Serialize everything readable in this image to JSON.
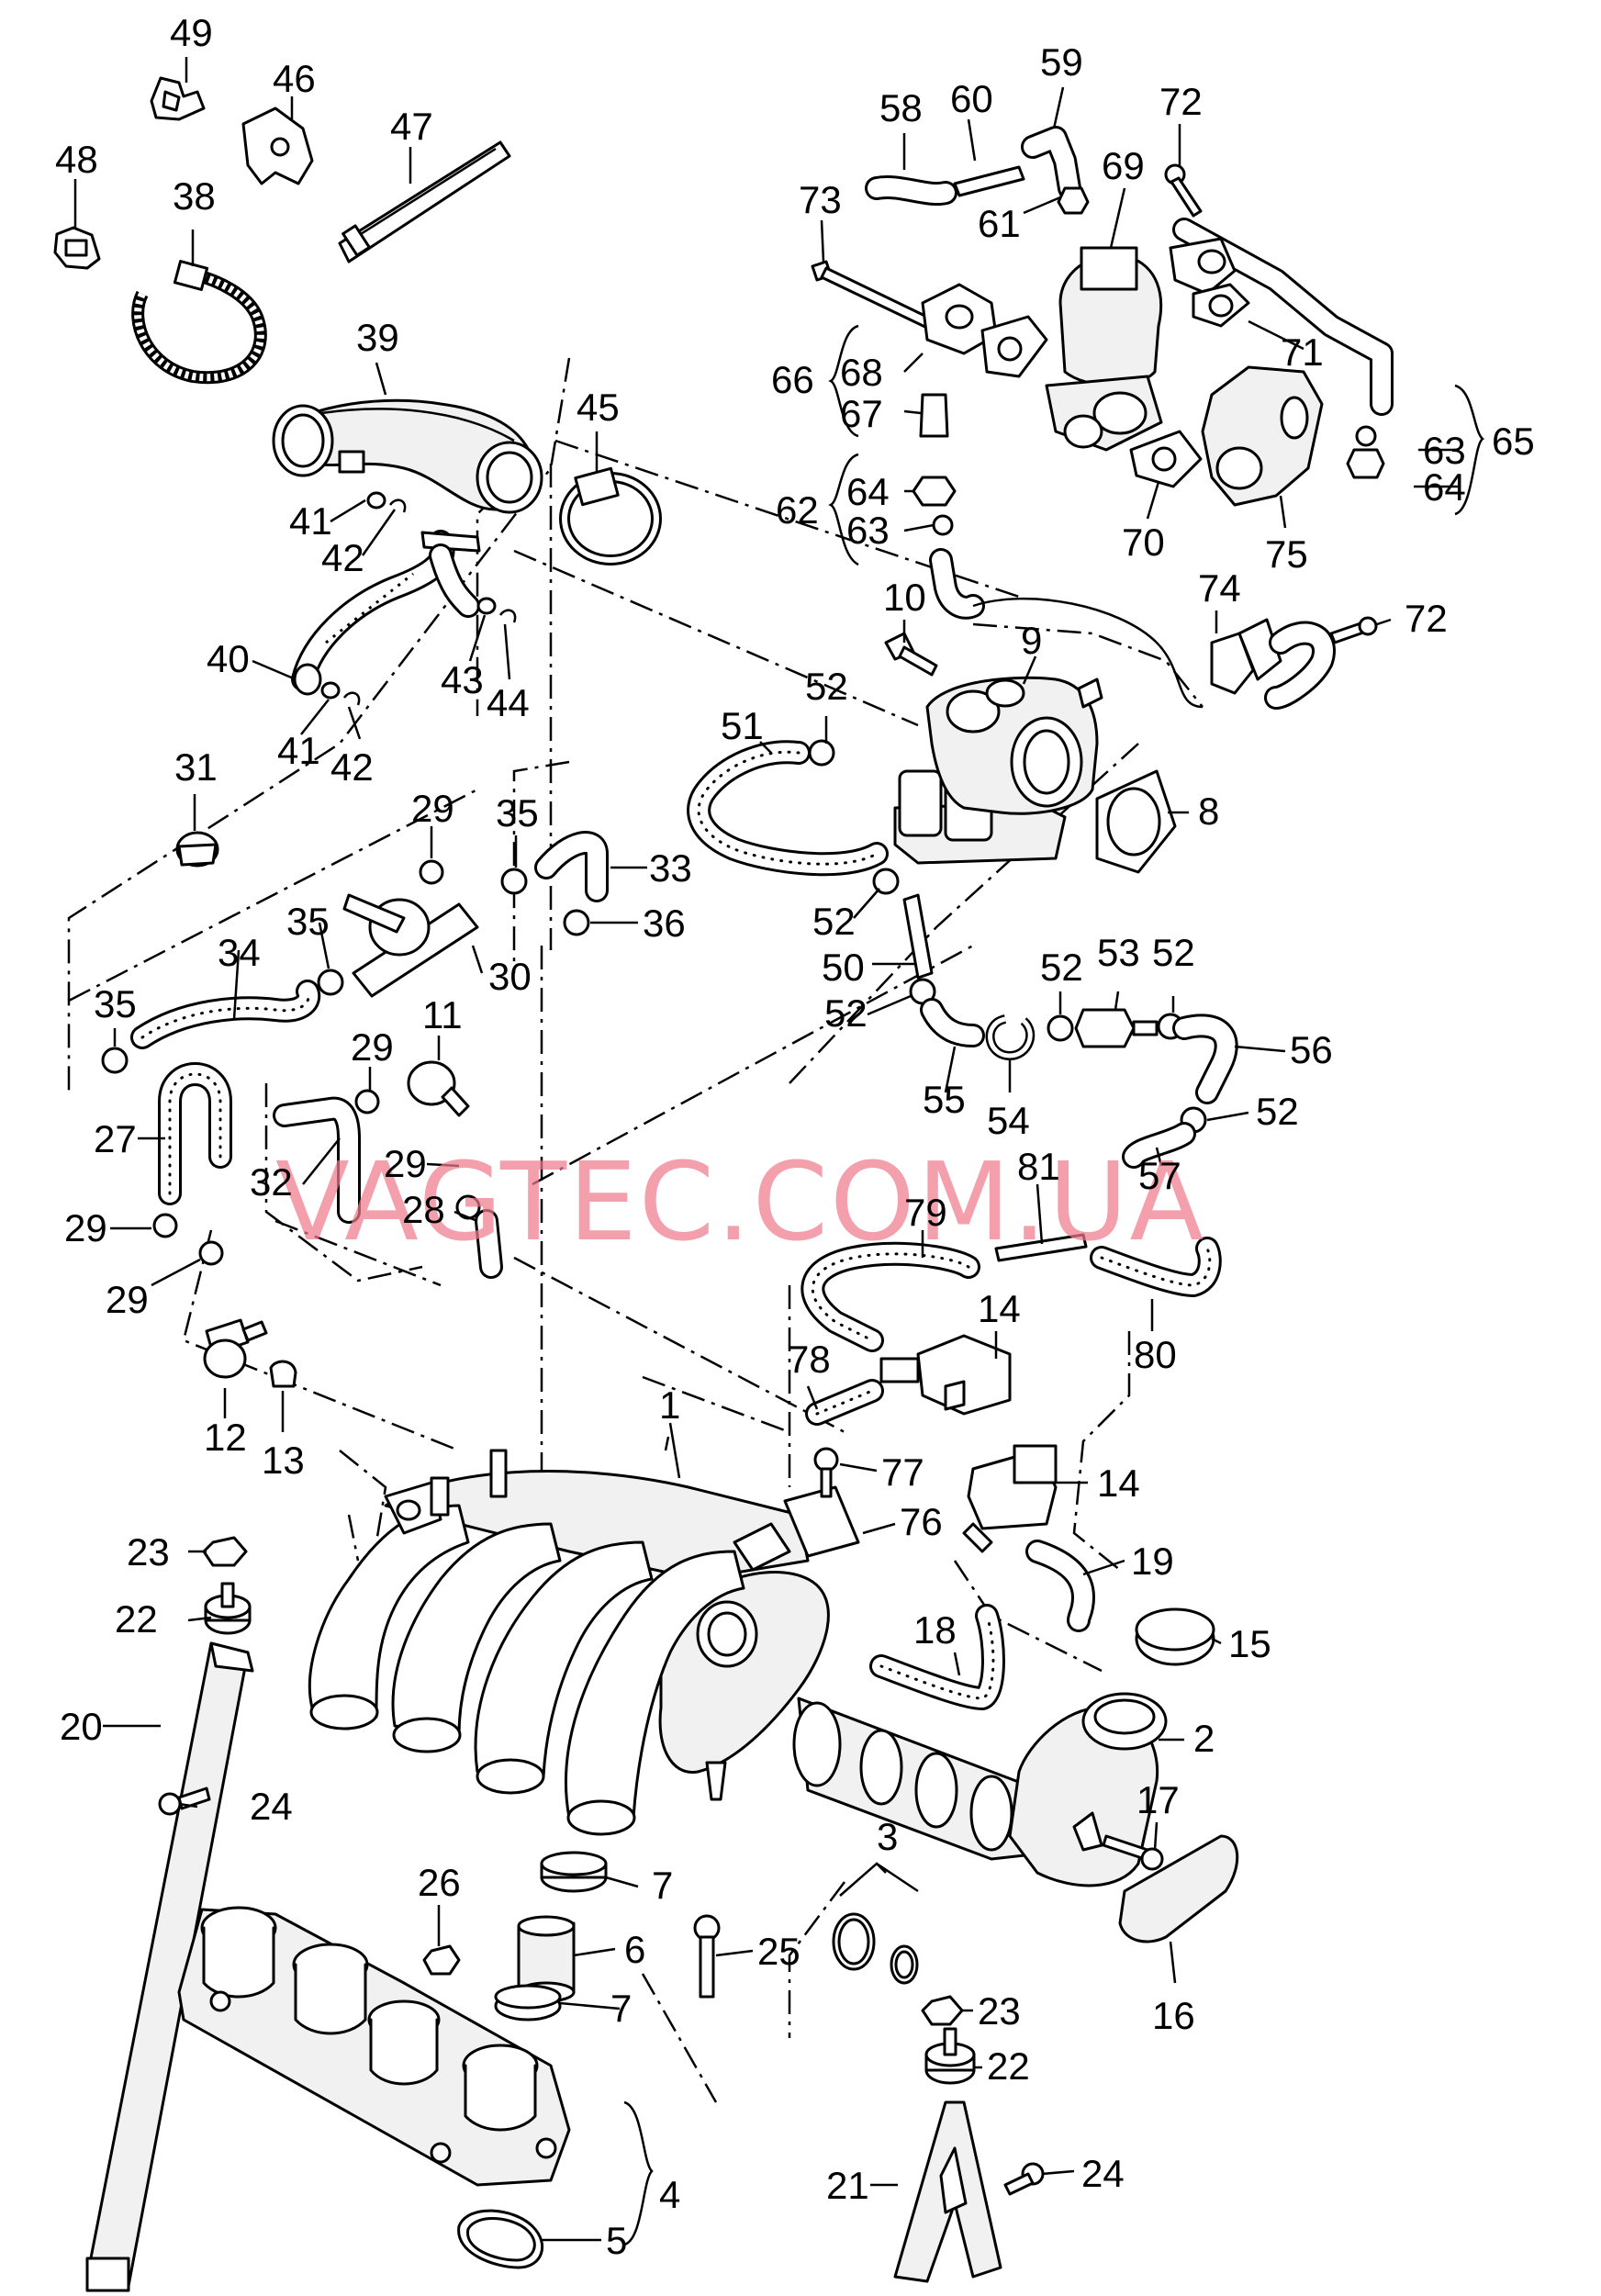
{
  "watermark": "VAGTEC.COM.UA",
  "callouts": [
    {
      "id": "49",
      "text": "49"
    },
    {
      "id": "46",
      "text": "46"
    },
    {
      "id": "47",
      "text": "47"
    },
    {
      "id": "48",
      "text": "48"
    },
    {
      "id": "38",
      "text": "38"
    },
    {
      "id": "39",
      "text": "39"
    },
    {
      "id": "45",
      "text": "45"
    },
    {
      "id": "41a",
      "text": "41"
    },
    {
      "id": "42a",
      "text": "42"
    },
    {
      "id": "40",
      "text": "40"
    },
    {
      "id": "43",
      "text": "43"
    },
    {
      "id": "44",
      "text": "44"
    },
    {
      "id": "41b",
      "text": "41"
    },
    {
      "id": "42b",
      "text": "42"
    },
    {
      "id": "31",
      "text": "31"
    },
    {
      "id": "29a",
      "text": "29"
    },
    {
      "id": "35a",
      "text": "35"
    },
    {
      "id": "33",
      "text": "33"
    },
    {
      "id": "36",
      "text": "36"
    },
    {
      "id": "35b",
      "text": "35"
    },
    {
      "id": "34",
      "text": "34"
    },
    {
      "id": "30",
      "text": "30"
    },
    {
      "id": "35c",
      "text": "35"
    },
    {
      "id": "11",
      "text": "11"
    },
    {
      "id": "29b",
      "text": "29"
    },
    {
      "id": "27",
      "text": "27"
    },
    {
      "id": "32",
      "text": "32"
    },
    {
      "id": "29c",
      "text": "29"
    },
    {
      "id": "28",
      "text": "28"
    },
    {
      "id": "29d",
      "text": "29"
    },
    {
      "id": "29e",
      "text": "29"
    },
    {
      "id": "12",
      "text": "12"
    },
    {
      "id": "13",
      "text": "13"
    },
    {
      "id": "58",
      "text": "58"
    },
    {
      "id": "60",
      "text": "60"
    },
    {
      "id": "59",
      "text": "59"
    },
    {
      "id": "72a",
      "text": "72"
    },
    {
      "id": "69",
      "text": "69"
    },
    {
      "id": "73",
      "text": "73"
    },
    {
      "id": "61",
      "text": "61"
    },
    {
      "id": "66",
      "text": "66"
    },
    {
      "id": "68",
      "text": "68"
    },
    {
      "id": "71",
      "text": "71"
    },
    {
      "id": "67",
      "text": "67"
    },
    {
      "id": "65",
      "text": "65"
    },
    {
      "id": "63a",
      "text": "63"
    },
    {
      "id": "64a",
      "text": "64"
    },
    {
      "id": "62",
      "text": "62"
    },
    {
      "id": "64b",
      "text": "64"
    },
    {
      "id": "63b",
      "text": "63"
    },
    {
      "id": "70",
      "text": "70"
    },
    {
      "id": "75",
      "text": "75"
    },
    {
      "id": "10",
      "text": "10"
    },
    {
      "id": "74",
      "text": "74"
    },
    {
      "id": "72b",
      "text": "72"
    },
    {
      "id": "9",
      "text": "9"
    },
    {
      "id": "52a",
      "text": "52"
    },
    {
      "id": "51",
      "text": "51"
    },
    {
      "id": "8",
      "text": "8"
    },
    {
      "id": "52b",
      "text": "52"
    },
    {
      "id": "50",
      "text": "50"
    },
    {
      "id": "52c",
      "text": "52"
    },
    {
      "id": "53",
      "text": "53"
    },
    {
      "id": "52d",
      "text": "52"
    },
    {
      "id": "52e",
      "text": "52"
    },
    {
      "id": "55",
      "text": "55"
    },
    {
      "id": "54",
      "text": "54"
    },
    {
      "id": "56",
      "text": "56"
    },
    {
      "id": "52f",
      "text": "52"
    },
    {
      "id": "81",
      "text": "81"
    },
    {
      "id": "79",
      "text": "79"
    },
    {
      "id": "57",
      "text": "57"
    },
    {
      "id": "14a",
      "text": "14"
    },
    {
      "id": "78",
      "text": "78"
    },
    {
      "id": "80",
      "text": "80"
    },
    {
      "id": "1",
      "text": "1"
    },
    {
      "id": "77",
      "text": "77"
    },
    {
      "id": "14b",
      "text": "14"
    },
    {
      "id": "76",
      "text": "76"
    },
    {
      "id": "19",
      "text": "19"
    },
    {
      "id": "23a",
      "text": "23"
    },
    {
      "id": "22a",
      "text": "22"
    },
    {
      "id": "18",
      "text": "18"
    },
    {
      "id": "15",
      "text": "15"
    },
    {
      "id": "20",
      "text": "20"
    },
    {
      "id": "2",
      "text": "2"
    },
    {
      "id": "24a",
      "text": "24"
    },
    {
      "id": "17",
      "text": "17"
    },
    {
      "id": "3",
      "text": "3"
    },
    {
      "id": "26",
      "text": "26"
    },
    {
      "id": "7a",
      "text": "7"
    },
    {
      "id": "25",
      "text": "25"
    },
    {
      "id": "6",
      "text": "6"
    },
    {
      "id": "16",
      "text": "16"
    },
    {
      "id": "7b",
      "text": "7"
    },
    {
      "id": "23b",
      "text": "23"
    },
    {
      "id": "22b",
      "text": "22"
    },
    {
      "id": "4",
      "text": "4"
    },
    {
      "id": "21",
      "text": "21"
    },
    {
      "id": "24b",
      "text": "24"
    },
    {
      "id": "5",
      "text": "5"
    }
  ]
}
